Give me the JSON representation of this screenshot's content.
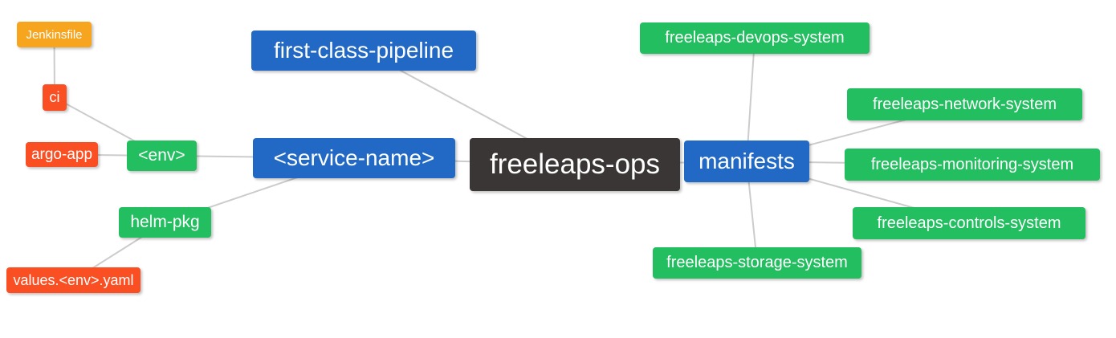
{
  "diagram": {
    "type": "mindmap",
    "edge_color": "#cccccc",
    "background_color": "#ffffff",
    "text_color": "#ffffff",
    "palette": {
      "blue": "#2169c4",
      "green": "#22be60",
      "orange": "#f7a41f",
      "red": "#fa4e23",
      "dark": "#3b3636"
    },
    "nodes": {
      "jenkinsfile": {
        "label": "Jenkinsfile",
        "color": "#f7a41f"
      },
      "ci": {
        "label": "ci",
        "color": "#fa4e23"
      },
      "argo_app": {
        "label": "argo-app",
        "color": "#fa4e23"
      },
      "env": {
        "label": "<env>",
        "color": "#22be60"
      },
      "helm_pkg": {
        "label": "helm-pkg",
        "color": "#22be60"
      },
      "values_env_yaml": {
        "label": "values.<env>.yaml",
        "color": "#fa4e23"
      },
      "service_name": {
        "label": "<service-name>",
        "color": "#2169c4"
      },
      "first_class_pipeline": {
        "label": "first-class-pipeline",
        "color": "#2169c4"
      },
      "freeleaps_ops": {
        "label": "freeleaps-ops",
        "color": "#3b3636"
      },
      "manifests": {
        "label": "manifests",
        "color": "#2169c4"
      },
      "devops_system": {
        "label": "freeleaps-devops-system",
        "color": "#22be60"
      },
      "network_system": {
        "label": "freeleaps-network-system",
        "color": "#22be60"
      },
      "monitoring_system": {
        "label": "freeleaps-monitoring-system",
        "color": "#22be60"
      },
      "controls_system": {
        "label": "freeleaps-controls-system",
        "color": "#22be60"
      },
      "storage_system": {
        "label": "freeleaps-storage-system",
        "color": "#22be60"
      }
    },
    "edges": [
      [
        "jenkinsfile",
        "ci"
      ],
      [
        "ci",
        "env"
      ],
      [
        "argo_app",
        "env"
      ],
      [
        "env",
        "service_name"
      ],
      [
        "helm_pkg",
        "service_name"
      ],
      [
        "values_env_yaml",
        "helm_pkg"
      ],
      [
        "service_name",
        "freeleaps_ops"
      ],
      [
        "first_class_pipeline",
        "freeleaps_ops"
      ],
      [
        "manifests",
        "freeleaps_ops"
      ],
      [
        "devops_system",
        "manifests"
      ],
      [
        "network_system",
        "manifests"
      ],
      [
        "monitoring_system",
        "manifests"
      ],
      [
        "controls_system",
        "manifests"
      ],
      [
        "storage_system",
        "manifests"
      ]
    ]
  }
}
